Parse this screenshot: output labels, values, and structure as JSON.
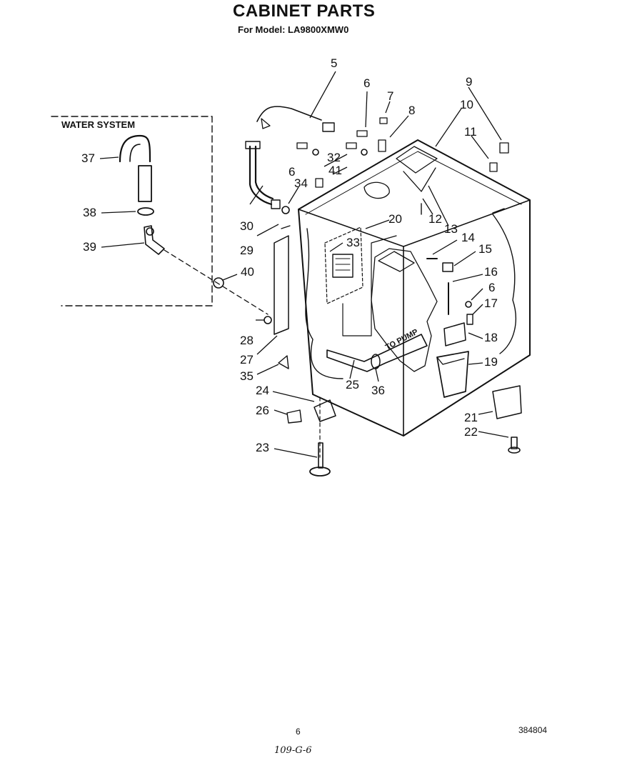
{
  "header": {
    "title": "CABINET PARTS",
    "subtitle": "For Model: LA9800XMW0"
  },
  "water_system": {
    "title": "WATER SYSTEM"
  },
  "part_labels": {
    "p5": "5",
    "p6a": "6",
    "p7": "7",
    "p8": "8",
    "p9": "9",
    "p10": "10",
    "p11": "11",
    "p37": "37",
    "p32": "32",
    "p41": "41",
    "p6b": "6",
    "p34": "34",
    "p38": "38",
    "p30": "30",
    "p20": "20",
    "p12": "12",
    "p13": "13",
    "p39": "39",
    "p29": "29",
    "p33": "33",
    "p14": "14",
    "p15": "15",
    "p40": "40",
    "p16": "16",
    "p6c": "6",
    "p17": "17",
    "p28": "28",
    "p18": "18",
    "p27": "27",
    "p19": "19",
    "p35": "35",
    "p25": "25",
    "p36": "36",
    "p24": "24",
    "p26": "26",
    "p21": "21",
    "p22": "22",
    "p23": "23"
  },
  "hose_label": "TO PUMP",
  "footer": {
    "page_number": "6",
    "document_number": "384804",
    "handwritten_note": "109-G-6"
  }
}
